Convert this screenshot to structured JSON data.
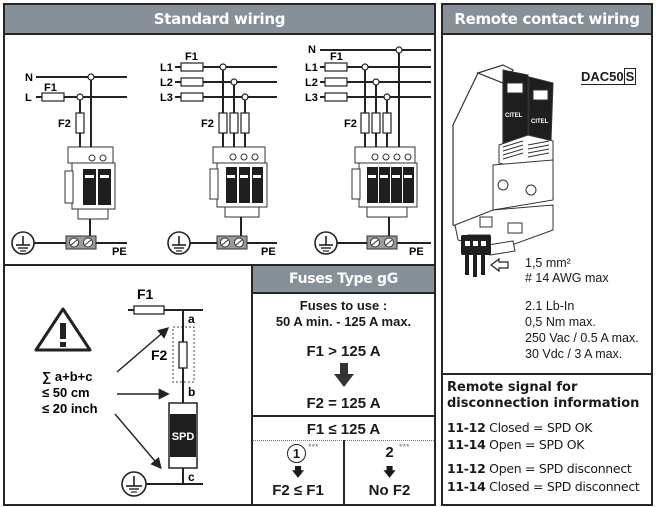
{
  "standard_wiring": {
    "title": "Standard wiring",
    "diagram1": {
      "labels": {
        "n": "N",
        "l": "L",
        "f1": "F1",
        "f2": "F2",
        "pe": "PE"
      }
    },
    "diagram2": {
      "labels": {
        "l1": "L1",
        "l2": "L2",
        "l3": "L3",
        "f1": "F1",
        "f2": "F2",
        "pe": "PE"
      }
    },
    "diagram3": {
      "labels": {
        "n": "N",
        "l1": "L1",
        "l2": "L2",
        "l3": "L3",
        "f1": "F1",
        "f2": "F2",
        "pe": "PE"
      }
    }
  },
  "distance_rule": {
    "warning_icon": "warning-triangle-icon",
    "sum_line": "∑ a+b+c",
    "cm_line": "≤ 50 cm",
    "inch_line": "≤ 20 inch",
    "labels": {
      "f1": "F1",
      "f2": "F2",
      "a": "a",
      "b": "b",
      "c": "c",
      "spd": "SPD"
    }
  },
  "fuses": {
    "title": "Fuses Type gG",
    "to_use_line1": "Fuses to use :",
    "to_use_line2": "50 A min. - 125 A max.",
    "case_high": "F1 > 125 A",
    "case_high_result": "F2 = 125 A",
    "case_low": "F1 ≤ 125 A",
    "option1_num": "1",
    "option1_marker": "***",
    "option1_result": "F2 ≤ F1",
    "option2_num": "2",
    "option2_marker": "***",
    "option2_result": "No F2"
  },
  "remote_contact": {
    "title": "Remote contact wiring",
    "model_prefix": "DAC50",
    "model_suffix": "S",
    "brand": "CITEL",
    "wire_section": "1,5 mm²",
    "wire_awg": "# 14 AWG max",
    "torque_lb": "2.1 Lb-In",
    "torque_nm": "0,5 Nm max.",
    "rating_ac": "250 Vac / 0.5 A max.",
    "rating_dc": "30 Vdc / 3 A max.",
    "signal_title_line1": "Remote signal for",
    "signal_title_line2": "disconnection information",
    "signals": [
      {
        "pins": "11-12",
        "text": "Closed = SPD OK"
      },
      {
        "pins": "11-14",
        "text": "Open = SPD OK"
      },
      {
        "pins": "11-12",
        "text": "Open = SPD disconnect"
      },
      {
        "pins": "11-14",
        "text": "Closed = SPD disconnect"
      }
    ]
  }
}
